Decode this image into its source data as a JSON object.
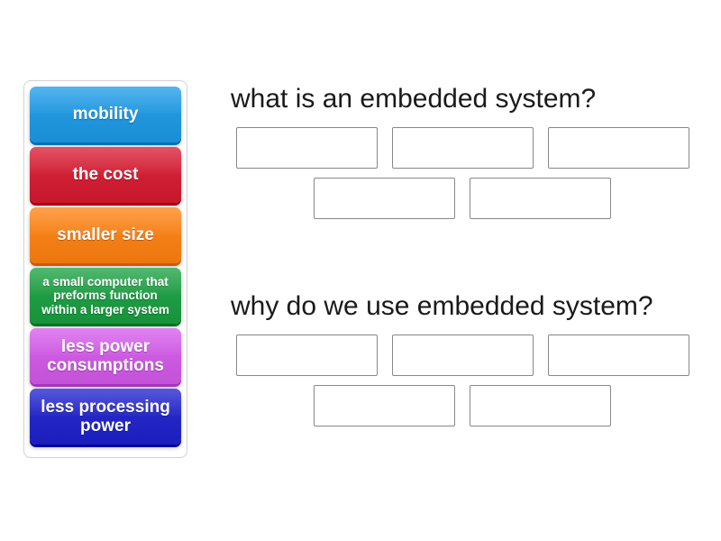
{
  "page": {
    "background_color": "#ffffff",
    "activity_type": "group-sort"
  },
  "tile_panel": {
    "name": "draggable-answer-tiles",
    "tiles": [
      {
        "label": "mobility",
        "color": "#2196dd",
        "color_name": "blue"
      },
      {
        "label": "the cost",
        "color": "#cf1f34",
        "color_name": "red"
      },
      {
        "label": "smaller size",
        "color": "#f57f17",
        "color_name": "orange"
      },
      {
        "label": "a small computer that preforms function within a larger system",
        "color": "#1e9b43",
        "color_name": "green"
      },
      {
        "label": "less power consumptions",
        "color": "#cc5ae0",
        "color_name": "orchid"
      },
      {
        "label": "less processing power",
        "color": "#2326c4",
        "color_name": "dark-blue"
      }
    ]
  },
  "questions": [
    {
      "title": "what is an embedded system?",
      "drop_rows": [
        {
          "zones": [
            "",
            "",
            ""
          ]
        },
        {
          "zones": [
            "",
            ""
          ]
        }
      ]
    },
    {
      "title": "why do we use embedded system?",
      "drop_rows": [
        {
          "zones": [
            "",
            "",
            ""
          ]
        },
        {
          "zones": [
            "",
            ""
          ]
        }
      ]
    }
  ]
}
